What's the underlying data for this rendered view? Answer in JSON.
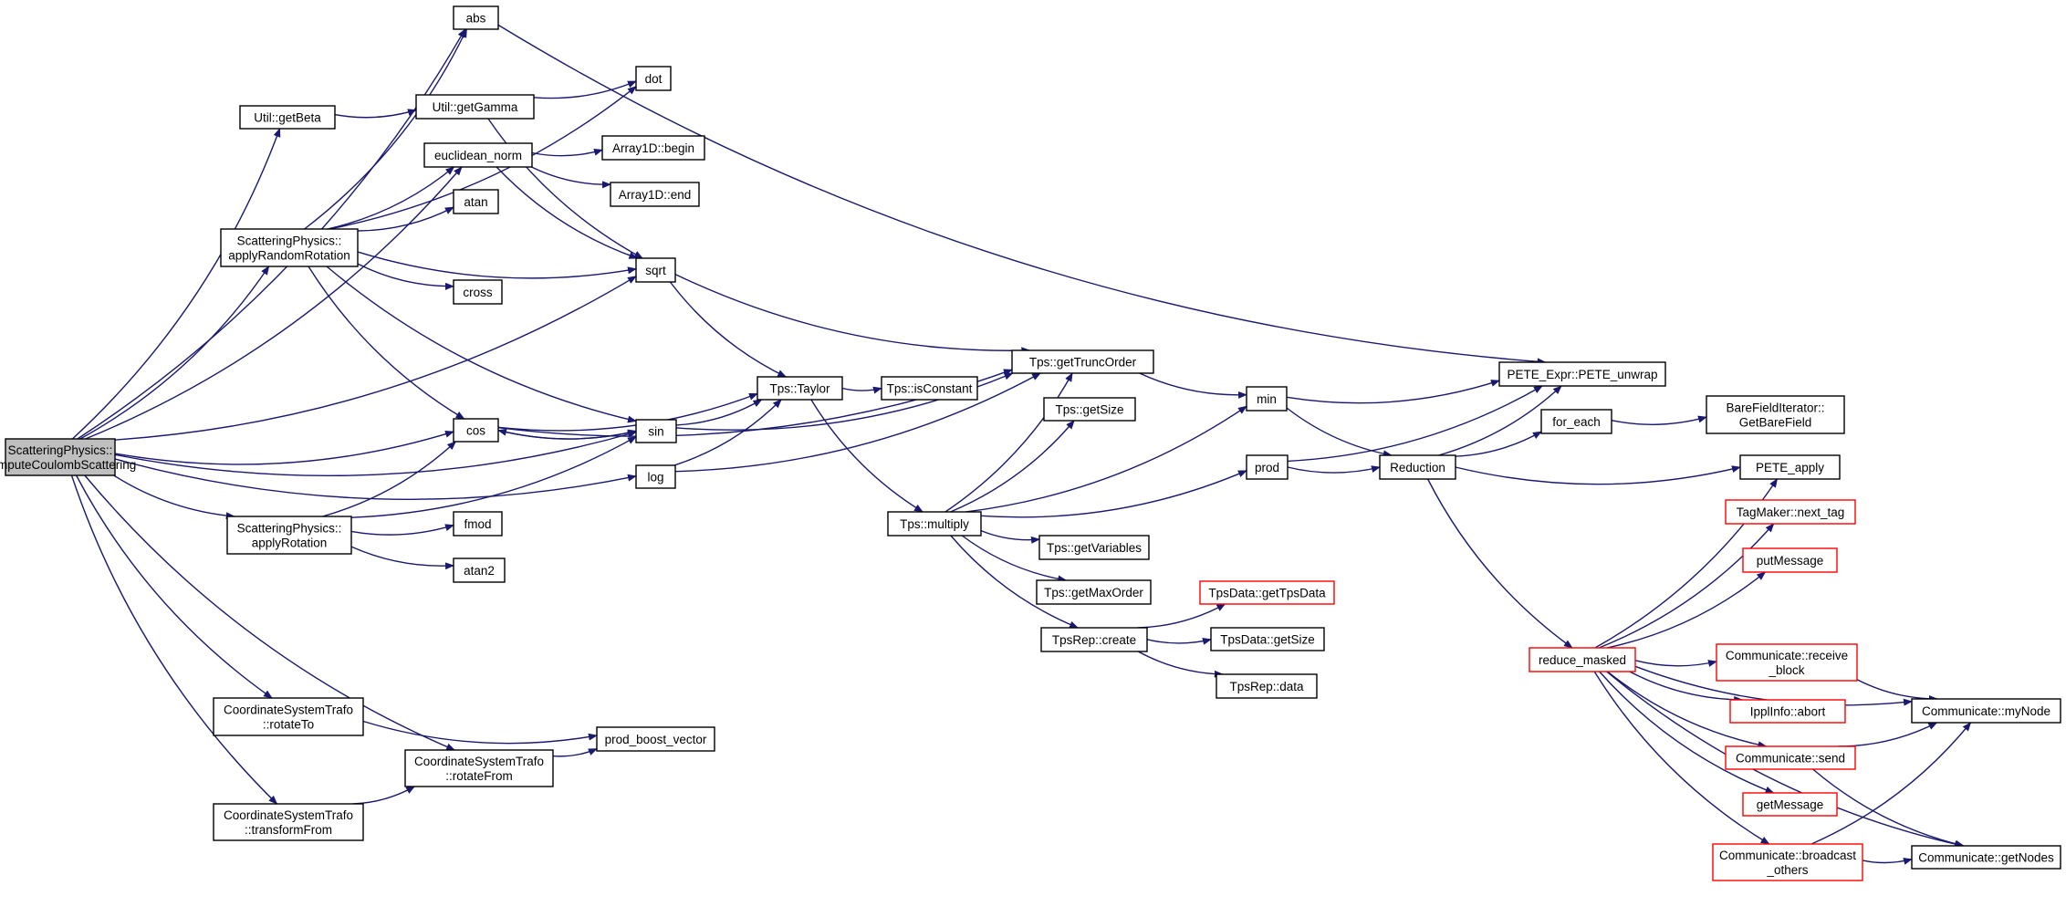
{
  "graph": {
    "edge_color": "#191970",
    "node_border_color": "#000000",
    "incomplete_node_border_color": "#ff0000",
    "root_fill_color": "#bfbfbf",
    "nodes": [
      {
        "id": "root",
        "lines": [
          "ScatteringPhysics::",
          "computeCoulombScattering"
        ],
        "style": "root"
      },
      {
        "id": "abs",
        "lines": [
          "abs"
        ]
      },
      {
        "id": "getbeta",
        "lines": [
          "Util::getBeta"
        ]
      },
      {
        "id": "getgamma",
        "lines": [
          "Util::getGamma"
        ]
      },
      {
        "id": "dot",
        "lines": [
          "dot"
        ]
      },
      {
        "id": "euclid",
        "lines": [
          "euclidean_norm"
        ]
      },
      {
        "id": "begin",
        "lines": [
          "Array1D::begin"
        ]
      },
      {
        "id": "end",
        "lines": [
          "Array1D::end"
        ]
      },
      {
        "id": "atan",
        "lines": [
          "atan"
        ]
      },
      {
        "id": "applyRR",
        "lines": [
          "ScatteringPhysics::",
          "applyRandomRotation"
        ]
      },
      {
        "id": "sqrt",
        "lines": [
          "sqrt"
        ]
      },
      {
        "id": "cross",
        "lines": [
          "cross"
        ]
      },
      {
        "id": "gettrunc",
        "lines": [
          "Tps::getTruncOrder"
        ]
      },
      {
        "id": "pete_unwrap",
        "lines": [
          "PETE_Expr::PETE_unwrap"
        ]
      },
      {
        "id": "taylor",
        "lines": [
          "Tps::Taylor"
        ]
      },
      {
        "id": "isconst",
        "lines": [
          "Tps::isConstant"
        ]
      },
      {
        "id": "min",
        "lines": [
          "min"
        ]
      },
      {
        "id": "cos",
        "lines": [
          "cos"
        ]
      },
      {
        "id": "sin",
        "lines": [
          "sin"
        ]
      },
      {
        "id": "getsize",
        "lines": [
          "Tps::getSize"
        ]
      },
      {
        "id": "foreach",
        "lines": [
          "for_each"
        ]
      },
      {
        "id": "bfi",
        "lines": [
          "BareFieldIterator::",
          "GetBareField"
        ]
      },
      {
        "id": "log",
        "lines": [
          "log"
        ]
      },
      {
        "id": "prod",
        "lines": [
          "prod"
        ]
      },
      {
        "id": "reduction",
        "lines": [
          "Reduction"
        ]
      },
      {
        "id": "peteapply",
        "lines": [
          "PETE_apply"
        ]
      },
      {
        "id": "applyR",
        "lines": [
          "ScatteringPhysics::",
          "applyRotation"
        ]
      },
      {
        "id": "fmod",
        "lines": [
          "fmod"
        ]
      },
      {
        "id": "multiply",
        "lines": [
          "Tps::multiply"
        ]
      },
      {
        "id": "nexttag",
        "lines": [
          "TagMaker::next_tag"
        ],
        "style": "red"
      },
      {
        "id": "getvars",
        "lines": [
          "Tps::getVariables"
        ]
      },
      {
        "id": "putmsg",
        "lines": [
          "putMessage"
        ],
        "style": "red"
      },
      {
        "id": "atan2",
        "lines": [
          "atan2"
        ]
      },
      {
        "id": "getmaxorder",
        "lines": [
          "Tps::getMaxOrder"
        ]
      },
      {
        "id": "gettpsdata",
        "lines": [
          "TpsData::getTpsData"
        ],
        "style": "red"
      },
      {
        "id": "tpsrepcreate",
        "lines": [
          "TpsRep::create"
        ]
      },
      {
        "id": "tpsdatasize",
        "lines": [
          "TpsData::getSize"
        ]
      },
      {
        "id": "redmasked",
        "lines": [
          "reduce_masked"
        ],
        "style": "red"
      },
      {
        "id": "recvblock",
        "lines": [
          "Communicate::receive",
          "_block"
        ],
        "style": "red"
      },
      {
        "id": "tpsrepdata",
        "lines": [
          "TpsRep::data"
        ]
      },
      {
        "id": "ipplabort",
        "lines": [
          "IpplInfo::abort"
        ],
        "style": "red"
      },
      {
        "id": "mynode",
        "lines": [
          "Communicate::myNode"
        ]
      },
      {
        "id": "rotateTo",
        "lines": [
          "CoordinateSystemTrafo",
          "::rotateTo"
        ]
      },
      {
        "id": "prodboost",
        "lines": [
          "prod_boost_vector"
        ]
      },
      {
        "id": "send",
        "lines": [
          "Communicate::send"
        ],
        "style": "red"
      },
      {
        "id": "rotateFrom",
        "lines": [
          "CoordinateSystemTrafo",
          "::rotateFrom"
        ]
      },
      {
        "id": "getmsg",
        "lines": [
          "getMessage"
        ],
        "style": "red"
      },
      {
        "id": "transformFrom",
        "lines": [
          "CoordinateSystemTrafo",
          "::transformFrom"
        ]
      },
      {
        "id": "bcast",
        "lines": [
          "Communicate::broadcast",
          "_others"
        ],
        "style": "red"
      },
      {
        "id": "getnodes",
        "lines": [
          "Communicate::getNodes"
        ]
      }
    ],
    "edges": [
      [
        "root",
        "abs"
      ],
      [
        "root",
        "getbeta"
      ],
      [
        "root",
        "applyRR"
      ],
      [
        "root",
        "euclid"
      ],
      [
        "root",
        "sqrt"
      ],
      [
        "root",
        "cos"
      ],
      [
        "root",
        "sin"
      ],
      [
        "root",
        "applyR"
      ],
      [
        "root",
        "log"
      ],
      [
        "root",
        "rotateTo"
      ],
      [
        "root",
        "rotateFrom"
      ],
      [
        "root",
        "transformFrom"
      ],
      [
        "abs",
        "pete_unwrap"
      ],
      [
        "getbeta",
        "getgamma"
      ],
      [
        "getgamma",
        "dot"
      ],
      [
        "getgamma",
        "sqrt"
      ],
      [
        "euclid",
        "begin"
      ],
      [
        "euclid",
        "end"
      ],
      [
        "euclid",
        "sqrt"
      ],
      [
        "applyRR",
        "abs"
      ],
      [
        "applyRR",
        "dot"
      ],
      [
        "applyRR",
        "euclid"
      ],
      [
        "applyRR",
        "atan"
      ],
      [
        "applyRR",
        "sqrt"
      ],
      [
        "applyRR",
        "cross"
      ],
      [
        "applyRR",
        "cos"
      ],
      [
        "applyRR",
        "sin"
      ],
      [
        "sqrt",
        "gettrunc"
      ],
      [
        "sqrt",
        "taylor"
      ],
      [
        "cos",
        "gettrunc"
      ],
      [
        "cos",
        "taylor"
      ],
      [
        "cos",
        "sin"
      ],
      [
        "sin",
        "cos"
      ],
      [
        "sin",
        "taylor"
      ],
      [
        "sin",
        "gettrunc"
      ],
      [
        "log",
        "taylor"
      ],
      [
        "log",
        "gettrunc"
      ],
      [
        "taylor",
        "isconst"
      ],
      [
        "taylor",
        "multiply"
      ],
      [
        "gettrunc",
        "min"
      ],
      [
        "multiply",
        "gettrunc"
      ],
      [
        "multiply",
        "getsize"
      ],
      [
        "multiply",
        "min"
      ],
      [
        "multiply",
        "prod"
      ],
      [
        "multiply",
        "getvars"
      ],
      [
        "multiply",
        "getmaxorder"
      ],
      [
        "multiply",
        "tpsrepcreate"
      ],
      [
        "tpsrepcreate",
        "gettpsdata"
      ],
      [
        "tpsrepcreate",
        "tpsdatasize"
      ],
      [
        "tpsrepcreate",
        "tpsrepdata"
      ],
      [
        "min",
        "pete_unwrap"
      ],
      [
        "min",
        "reduction"
      ],
      [
        "prod",
        "pete_unwrap"
      ],
      [
        "prod",
        "reduction"
      ],
      [
        "reduction",
        "pete_unwrap"
      ],
      [
        "reduction",
        "foreach"
      ],
      [
        "reduction",
        "peteapply"
      ],
      [
        "reduction",
        "redmasked"
      ],
      [
        "foreach",
        "bfi"
      ],
      [
        "applyR",
        "cos"
      ],
      [
        "applyR",
        "fmod"
      ],
      [
        "applyR",
        "atan2"
      ],
      [
        "applyR",
        "sin"
      ],
      [
        "rotateTo",
        "prodboost"
      ],
      [
        "rotateFrom",
        "prodboost"
      ],
      [
        "transformFrom",
        "rotateFrom"
      ],
      [
        "redmasked",
        "peteapply"
      ],
      [
        "redmasked",
        "nexttag"
      ],
      [
        "redmasked",
        "putmsg"
      ],
      [
        "redmasked",
        "recvblock"
      ],
      [
        "redmasked",
        "ipplabort"
      ],
      [
        "redmasked",
        "mynode"
      ],
      [
        "redmasked",
        "send"
      ],
      [
        "redmasked",
        "getmsg"
      ],
      [
        "redmasked",
        "bcast"
      ],
      [
        "redmasked",
        "getnodes"
      ],
      [
        "recvblock",
        "mynode"
      ],
      [
        "send",
        "mynode"
      ],
      [
        "send",
        "getnodes"
      ],
      [
        "bcast",
        "mynode"
      ],
      [
        "bcast",
        "getnodes"
      ]
    ]
  }
}
